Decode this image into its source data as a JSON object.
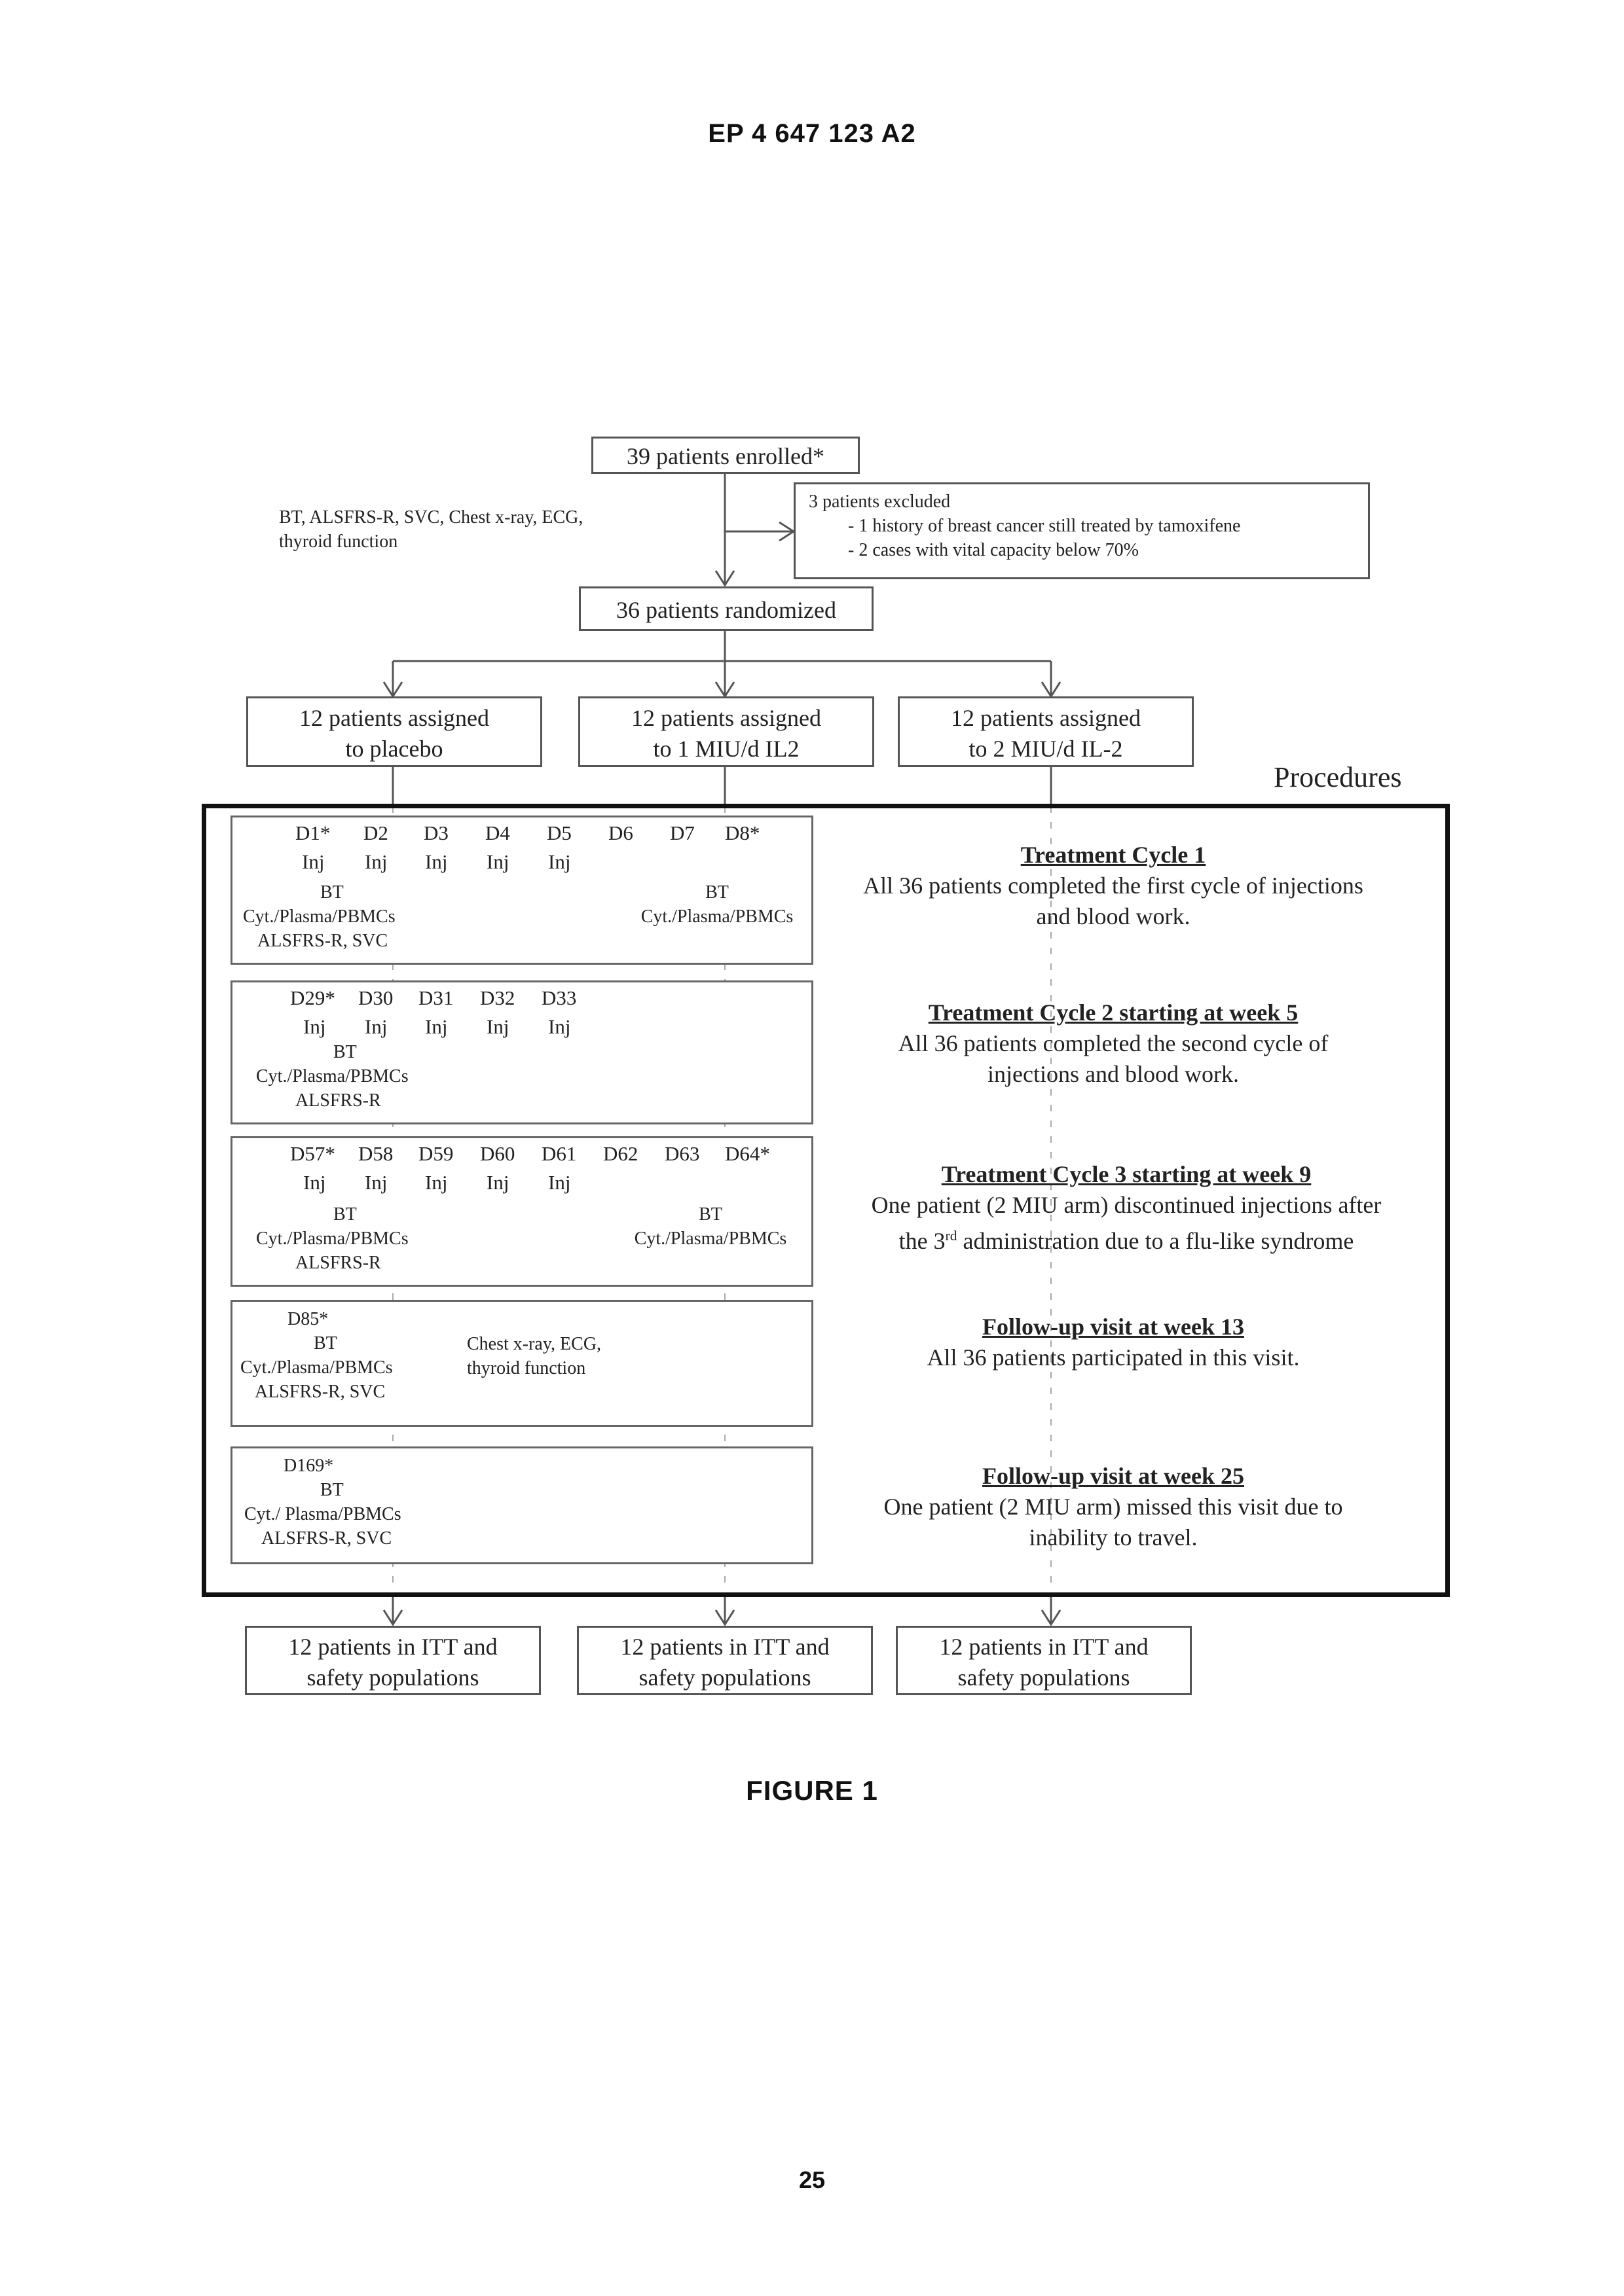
{
  "page": {
    "header": "EP 4 647 123 A2",
    "caption": "FIGURE 1",
    "page_number": "25"
  },
  "enrollment": {
    "enrolled": "39 patients enrolled*",
    "baseline_procedures": [
      "BT, ALSFRS-R, SVC, Chest x-ray, ECG,",
      "thyroid function"
    ],
    "excluded": {
      "title": "3 patients excluded",
      "reasons": [
        "- 1 history of breast cancer still treated by tamoxifene",
        "- 2 cases with vital capacity below 70%"
      ]
    },
    "randomized": "36 patients randomized"
  },
  "arms": [
    {
      "line1": "12 patients assigned",
      "line2": "to placebo"
    },
    {
      "line1": "12 patients assigned",
      "line2": "to 1 MIU/d IL2"
    },
    {
      "line1": "12 patients assigned",
      "line2": "to 2 MIU/d IL-2"
    }
  ],
  "procedures_label": "Procedures",
  "schedule": {
    "block1": {
      "days": [
        "D1*",
        "D2",
        "D3",
        "D4",
        "D5",
        "D6",
        "D7",
        "D8*"
      ],
      "inj": [
        "Inj",
        "Inj",
        "Inj",
        "Inj",
        "Inj"
      ],
      "bt_left": "BT",
      "cyt_left": "Cyt./Plasma/PBMCs",
      "extra_left": "ALSFRS-R, SVC",
      "bt_right": "BT",
      "cyt_right": "Cyt./Plasma/PBMCs"
    },
    "block2": {
      "days": [
        "D29*",
        "D30",
        "D31",
        "D32",
        "D33"
      ],
      "inj": [
        "Inj",
        "Inj",
        "Inj",
        "Inj",
        "Inj"
      ],
      "bt_left": "BT",
      "cyt_left": "Cyt./Plasma/PBMCs",
      "extra_left": "ALSFRS-R"
    },
    "block3": {
      "days": [
        "D57*",
        "D58",
        "D59",
        "D60",
        "D61",
        "D62",
        "D63",
        "D64*"
      ],
      "inj": [
        "Inj",
        "Inj",
        "Inj",
        "Inj",
        "Inj"
      ],
      "bt_left": "BT",
      "cyt_left": "Cyt./Plasma/PBMCs",
      "extra_left": "ALSFRS-R",
      "bt_right": "BT",
      "cyt_right": "Cyt./Plasma/PBMCs"
    },
    "block4": {
      "day": "D85*",
      "bt": "BT",
      "cyt": "Cyt./Plasma/PBMCs",
      "extra": "ALSFRS-R, SVC",
      "right_line1": "Chest x-ray, ECG,",
      "right_line2": "thyroid function"
    },
    "block5": {
      "day": "D169*",
      "bt": "BT",
      "cyt": "Cyt./ Plasma/PBMCs",
      "extra": "ALSFRS-R, SVC"
    }
  },
  "stages": [
    {
      "title": "Treatment Cycle 1",
      "desc1": "All 36 patients completed the first cycle of injections",
      "desc2": "and blood work."
    },
    {
      "title": "Treatment Cycle 2 starting at week 5",
      "desc1": "All 36 patients completed the second cycle of",
      "desc2": "injections and blood work."
    },
    {
      "title": "Treatment Cycle 3 starting at week 9",
      "desc1": "One patient (2 MIU arm) discontinued injections after",
      "desc2_pre": "the 3",
      "desc2_sup": "rd",
      "desc2_post": " administration due to a flu-like syndrome"
    },
    {
      "title": "Follow-up visit at week 13",
      "desc1": "All 36 patients participated in this visit."
    },
    {
      "title": "Follow-up visit at week 25",
      "desc1": "One patient (2 MIU arm) missed this visit due to",
      "desc2": "inability to travel."
    }
  ],
  "outcomes": [
    {
      "line1": "12 patients in ITT and",
      "line2": "safety populations"
    },
    {
      "line1": "12 patients in ITT and",
      "line2": "safety populations"
    },
    {
      "line1": "12 patients in ITT and",
      "line2": "safety populations"
    }
  ]
}
